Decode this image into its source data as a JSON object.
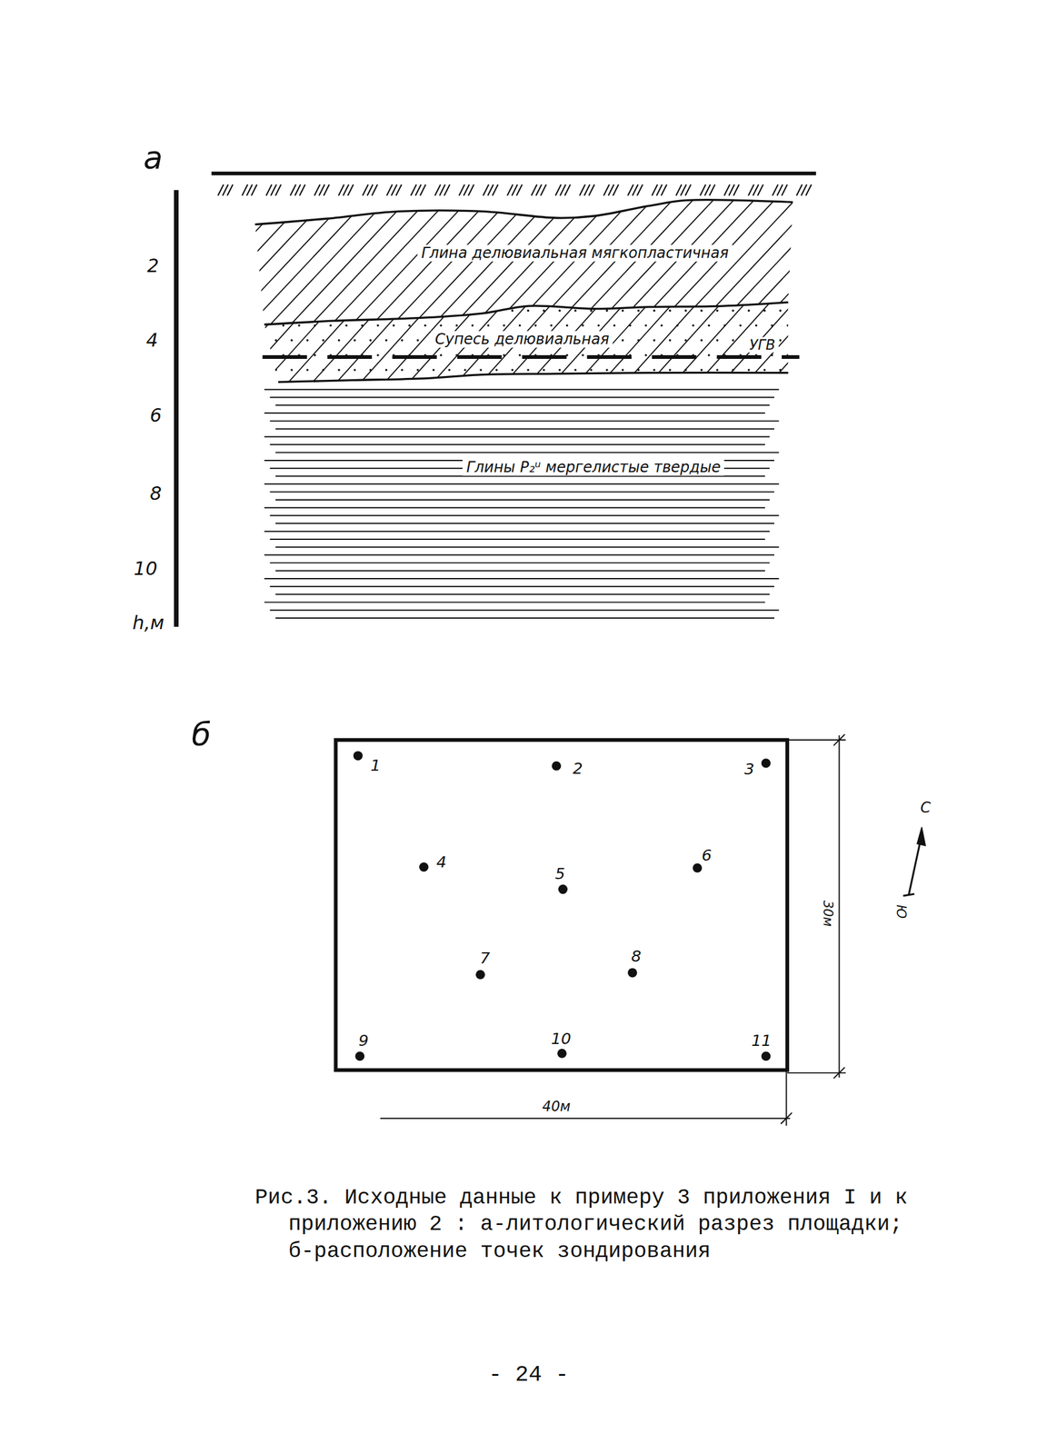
{
  "diagram": {
    "caption": "Рис.3. Исходные данные к примеру 3 приложения I и к приложению 2 : а-литологический разрез площадки; б-расположение точек зондирования",
    "labels": [
      "а",
      "б",
      "2",
      "4",
      "6",
      "8",
      "10",
      "h,м",
      "Глина делювиальная мягкопластичная",
      "Супесь делювиальная",
      "УГВ",
      "Глины P₂ᵘ мергелистые твердые",
      "1",
      "2",
      "3",
      "4",
      "5",
      "6",
      "7",
      "8",
      "9",
      "10",
      "11",
      "30м",
      "40м",
      "С",
      "Ю",
      "- 24 -"
    ]
  }
}
